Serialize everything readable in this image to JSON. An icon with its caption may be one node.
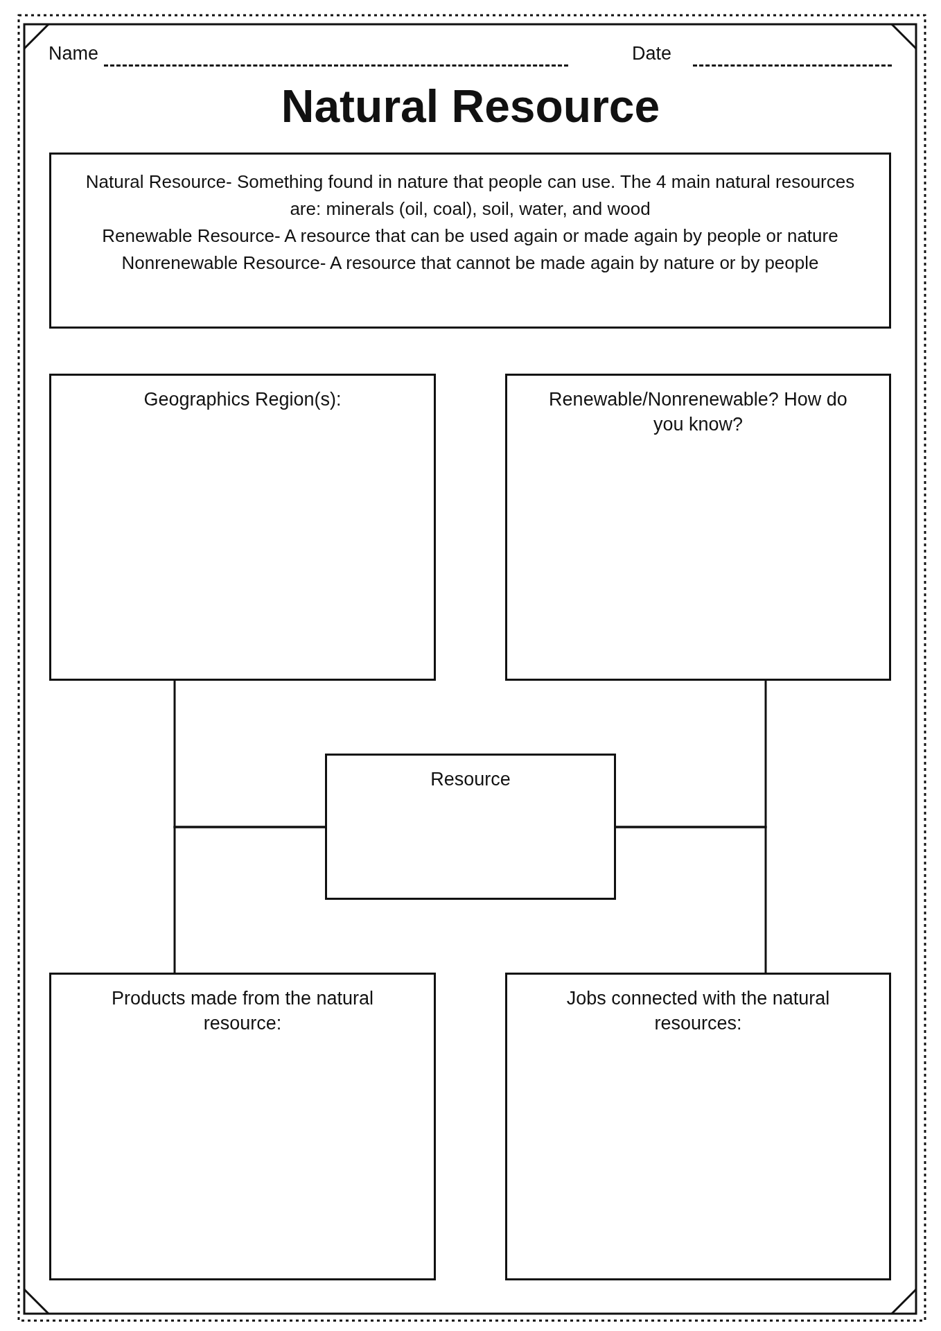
{
  "diagram": {
    "title": "Natural Resource",
    "nodes": [
      {
        "text": [
          "Natural Resource- Something found in nature that people can use. The 4 main natural resources are: minerals (oil, coal), soil, water, and wood",
          "Renewable Resource- A resource that can be used again or made again by people or nature",
          "Nonrenewable Resource- A resource that cannot be made again by nature or by people"
        ]
      },
      {
        "text": [
          "Geographics Region(s):"
        ]
      },
      {
        "text": [
          "Renewable/Nonrenewable? How do you know?"
        ]
      },
      {
        "text": [
          "Resource"
        ]
      },
      {
        "text": [
          "Products made from the natural resource:"
        ]
      },
      {
        "text": [
          "Jobs connected with the natural resources:"
        ]
      }
    ],
    "edges": [
      {
        "from": 3,
        "to": 1,
        "arrow": "none"
      },
      {
        "from": 3,
        "to": 4,
        "arrow": "none"
      },
      {
        "from": 3,
        "to": 2,
        "arrow": "none"
      },
      {
        "from": 3,
        "to": 5,
        "arrow": "none"
      }
    ],
    "labels": [
      "Name",
      "Date"
    ]
  }
}
